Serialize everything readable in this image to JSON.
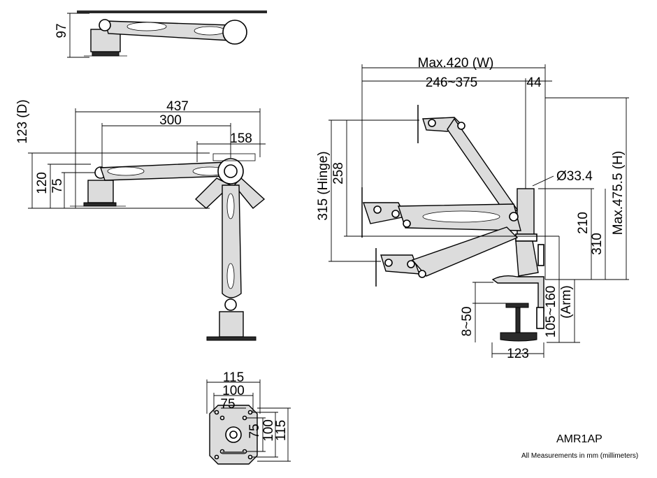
{
  "product": {
    "model": "AMR1AP",
    "note": "All Measurements in mm (millimeters)"
  },
  "top_view": {
    "height": "97"
  },
  "side_view": {
    "depth": "123 (D)",
    "reach_max": "437",
    "reach_arm": "300",
    "offset": "158",
    "height_120": "120",
    "height_75": "75"
  },
  "front_view": {
    "max_width": "Max.420 (W)",
    "adjust_range": "246~375",
    "pole_offset": "44",
    "pole_diameter": "Ø33.4",
    "hinge": "315 (Hinge)",
    "hinge_258": "258",
    "height_210": "210",
    "height_310": "310",
    "max_height": "Max.475.5 (H)",
    "arm_range": "105~160",
    "arm_label": "(Arm)",
    "clamp_range": "8~50",
    "clamp_width": "123"
  },
  "vesa_plate": {
    "w115": "115",
    "w100": "100",
    "w75": "75",
    "h75": "75",
    "h100": "100",
    "h115": "115"
  }
}
